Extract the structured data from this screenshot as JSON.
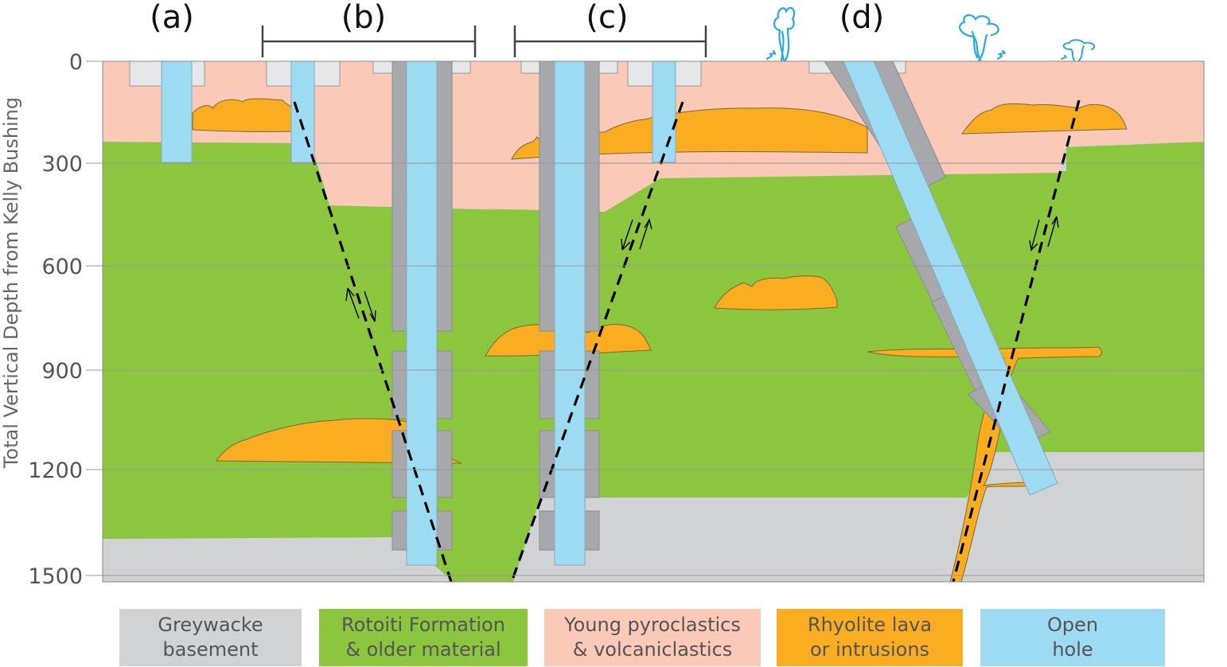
{
  "figure": {
    "panel_labels": [
      "(a)",
      "(b)",
      "(c)",
      "(d)"
    ],
    "y_axis": {
      "title": "Total Vertical Depth from Kelly Bushing",
      "ticks": [
        "0",
        "300",
        "600",
        "900",
        "1200",
        "1500"
      ],
      "range": [
        0,
        1500
      ]
    },
    "legend": [
      {
        "line1": "Greywacke",
        "line2": "basement",
        "color": "#d1d2d4"
      },
      {
        "line1": "Rotoiti Formation",
        "line2": "& older material",
        "color": "#8cc63f"
      },
      {
        "line1": "Young pyroclastics",
        "line2": "& volcaniclastics",
        "color": "#fbc9b7"
      },
      {
        "line1": "Rhyolite lava",
        "line2": "or intrusions",
        "color": "#fbad21"
      },
      {
        "line1": "Open",
        "line2": "hole",
        "color": "#9ddbf3"
      }
    ],
    "colors": {
      "greywacke": "#d1d2d4",
      "rotoiti": "#8cc63f",
      "pyroclastics": "#fbc9b7",
      "rhyolite": "#fbad21",
      "open_hole": "#9ddbf3",
      "casing": "#a6a8ab",
      "cellar": "#e6e7e8",
      "steam": "#27aae1",
      "fault": "#000000",
      "gridline": "#999999"
    }
  }
}
